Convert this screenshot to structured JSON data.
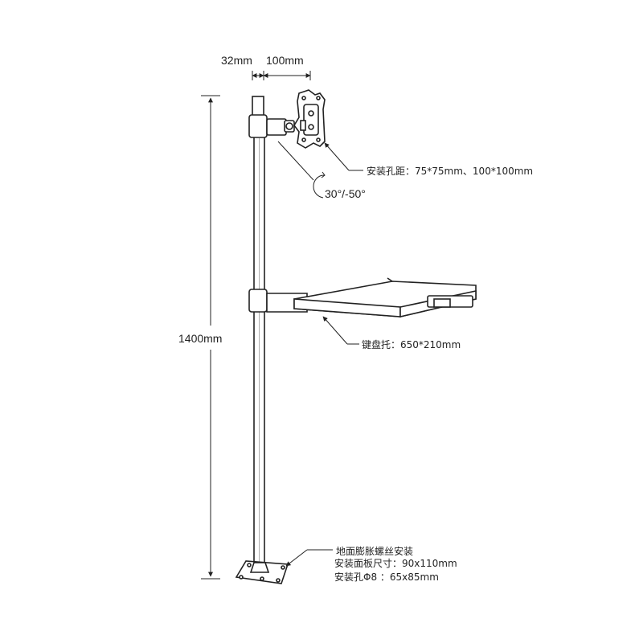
{
  "dimensions": {
    "offset": "32mm",
    "arm": "100mm",
    "height": "1400mm"
  },
  "angle": "30°/-50°",
  "callouts": {
    "vesa": "安装孔距：75*75mm、100*100mm",
    "tray": "键盘托：650*210mm",
    "base_title": "地面膨胀螺丝安装",
    "base_plate": "安装面板尺寸：90x110mm",
    "base_holes": "安装孔Φ8 ：65x85mm"
  }
}
